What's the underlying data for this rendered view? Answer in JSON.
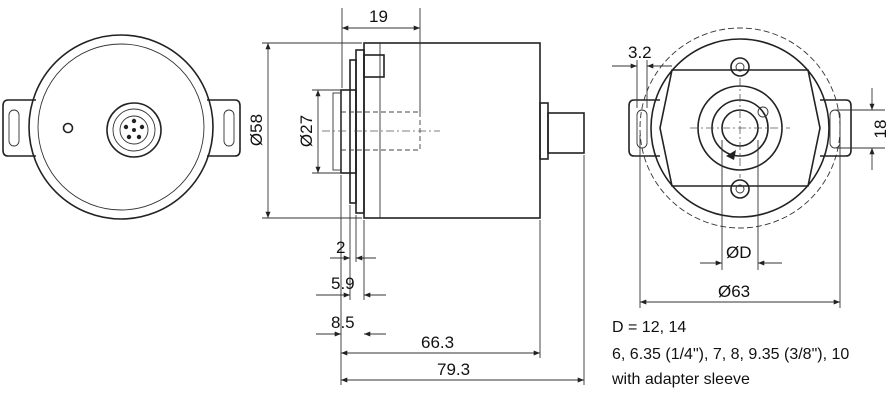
{
  "dimensions": {
    "d19": "19",
    "d58": "Ø58",
    "d27": "Ø27",
    "d2": "2",
    "d5_9": "5.9",
    "d8_5": "8.5",
    "d66_3": "66.3",
    "d79_3": "79.3",
    "d3_2": "3.2",
    "d18": "18",
    "dD": "ØD",
    "d63": "Ø63"
  },
  "notes": {
    "line1": "D = 12, 14",
    "line2": "6, 6.35 (1/4\"), 7, 8, 9.35 (3/8\"), 10",
    "line3": "with adapter sleeve"
  }
}
